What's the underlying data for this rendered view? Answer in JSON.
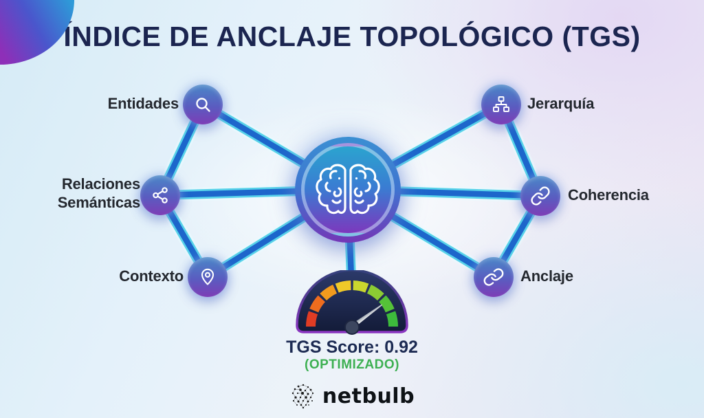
{
  "title": "ÍNDICE DE ANCLAJE TOPOLÓGICO (TGS)",
  "center_node": {
    "icon": "brain-icon"
  },
  "nodes": [
    {
      "id": "entidades",
      "label": "Entidades",
      "icon": "search-icon",
      "side": "left"
    },
    {
      "id": "relaciones",
      "label": "Relaciones Semánticas",
      "icon": "share-network-icon",
      "side": "left"
    },
    {
      "id": "contexto",
      "label": "Contexto",
      "icon": "location-pin-icon",
      "side": "left"
    },
    {
      "id": "jerarquia",
      "label": "Jerarquía",
      "icon": "hierarchy-icon",
      "side": "right"
    },
    {
      "id": "coherencia",
      "label": "Coherencia",
      "icon": "link-icon",
      "side": "right"
    },
    {
      "id": "anclaje",
      "label": "Anclaje",
      "icon": "link-icon",
      "side": "right"
    }
  ],
  "edges": [
    {
      "from": "entidades",
      "to": "center"
    },
    {
      "from": "relaciones",
      "to": "center"
    },
    {
      "from": "contexto",
      "to": "center"
    },
    {
      "from": "entidades",
      "to": "relaciones"
    },
    {
      "from": "relaciones",
      "to": "contexto"
    },
    {
      "from": "jerarquia",
      "to": "center"
    },
    {
      "from": "coherencia",
      "to": "center"
    },
    {
      "from": "anclaje",
      "to": "center"
    },
    {
      "from": "jerarquia",
      "to": "coherencia"
    },
    {
      "from": "coherencia",
      "to": "anclaje"
    },
    {
      "from": "center",
      "to": "gauge"
    }
  ],
  "gauge": {
    "score_label": "TGS Score: 0.92",
    "score_value": 0.92,
    "status_label": "(OPTIMIZADO)",
    "status_color": "#3db052",
    "needle_position": 0.8,
    "segment_colors": [
      "#e03c24",
      "#ee6c1e",
      "#f29b1d",
      "#f0c929",
      "#c9d62e",
      "#8ccc33",
      "#55c238",
      "#3dbb3c"
    ]
  },
  "logo": {
    "text": "netbulb",
    "icon": "network-sphere-icon"
  },
  "colors": {
    "title": "#1b2550",
    "edge_core": "#1d66cb",
    "edge_glow": "#4fd0e8",
    "node_gradient_top": "#4a87c8",
    "node_gradient_bottom": "#7d3db6"
  }
}
